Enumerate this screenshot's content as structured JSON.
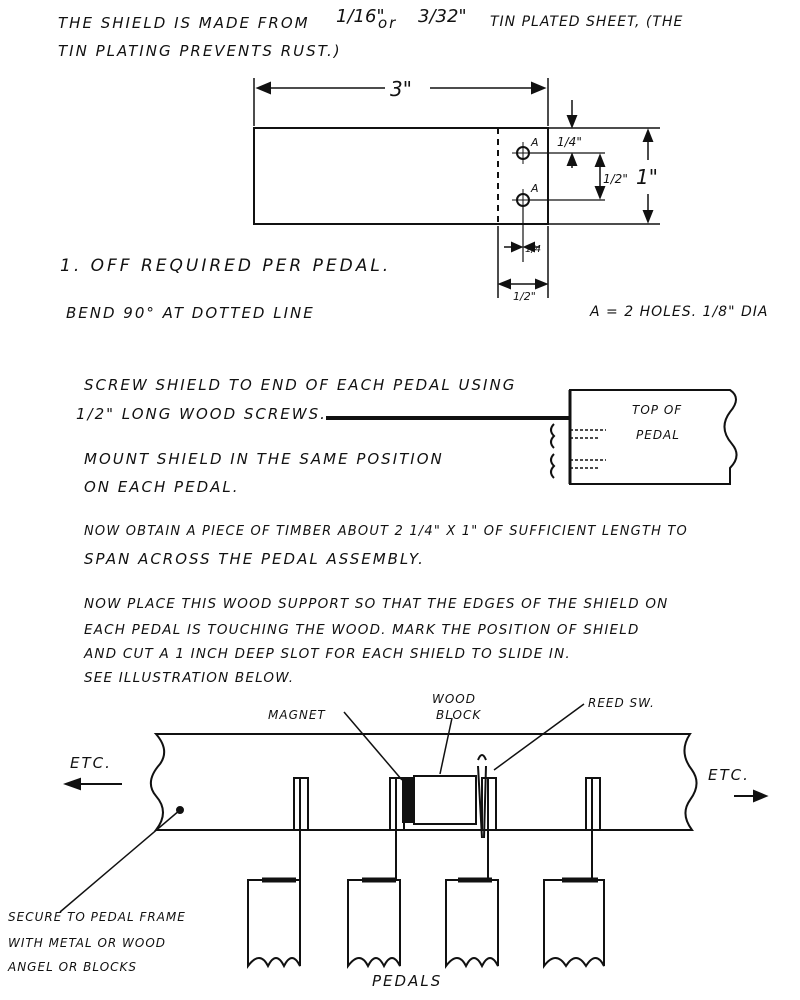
{
  "intro": {
    "line1": "THE SHIELD IS MADE FROM",
    "frac_a": "1/16\"",
    "or": "or",
    "frac_b": "3/32\"",
    "line1_end": "TIN PLATED SHEET, (THE",
    "line2": "TIN PLATING PREVENTS RUST.)"
  },
  "shield_drawing": {
    "width_dim": "3\"",
    "height_dim": "1\"",
    "top_offset_dim": "1/4\"",
    "hole_spacing_dim": "1/2\"",
    "edge_offset_dim": "1/4",
    "flange_dim": "1/2\"",
    "hole_label_1": "A",
    "hole_label_2": "A"
  },
  "notes": {
    "required": "1. OFF REQUIRED PER PEDAL.",
    "bend": "BEND 90° AT DOTTED LINE",
    "holes": "A = 2 HOLES. 1/8\" DIA"
  },
  "mount": {
    "line1": "SCREW SHIELD TO END OF EACH PEDAL USING",
    "line2": "1/2\" LONG WOOD SCREWS.",
    "line3": "MOUNT SHIELD IN THE SAME POSITION",
    "line4": "ON EACH PEDAL.",
    "pedal_label_1": "TOP OF",
    "pedal_label_2": "PEDAL"
  },
  "timber": {
    "line1": "NOW OBTAIN A PIECE OF TIMBER ABOUT 2 1/4\" X 1\" OF SUFFICIENT LENGTH TO",
    "line2": "SPAN ACROSS THE PEDAL ASSEMBLY."
  },
  "support": {
    "line1": "NOW PLACE THIS WOOD SUPPORT SO THAT THE EDGES OF THE SHIELD ON",
    "line2": "EACH PEDAL IS TOUCHING THE WOOD. MARK THE POSITION OF SHIELD",
    "line3": "AND CUT A 1 INCH DEEP SLOT FOR EACH SHIELD TO SLIDE IN.",
    "line4": "SEE ILLUSTRATION BELOW."
  },
  "illustration": {
    "magnet": "MAGNET",
    "wood_block_1": "WOOD",
    "wood_block_2": "BLOCK",
    "reed_switch": "REED SW.",
    "etc_left": "ETC.",
    "etc_right": "ETC.",
    "secure_1": "SECURE TO PEDAL FRAME",
    "secure_2": "WITH METAL OR WOOD",
    "secure_3": "ANGEL OR BLOCKS",
    "pedals": "PEDALS"
  }
}
